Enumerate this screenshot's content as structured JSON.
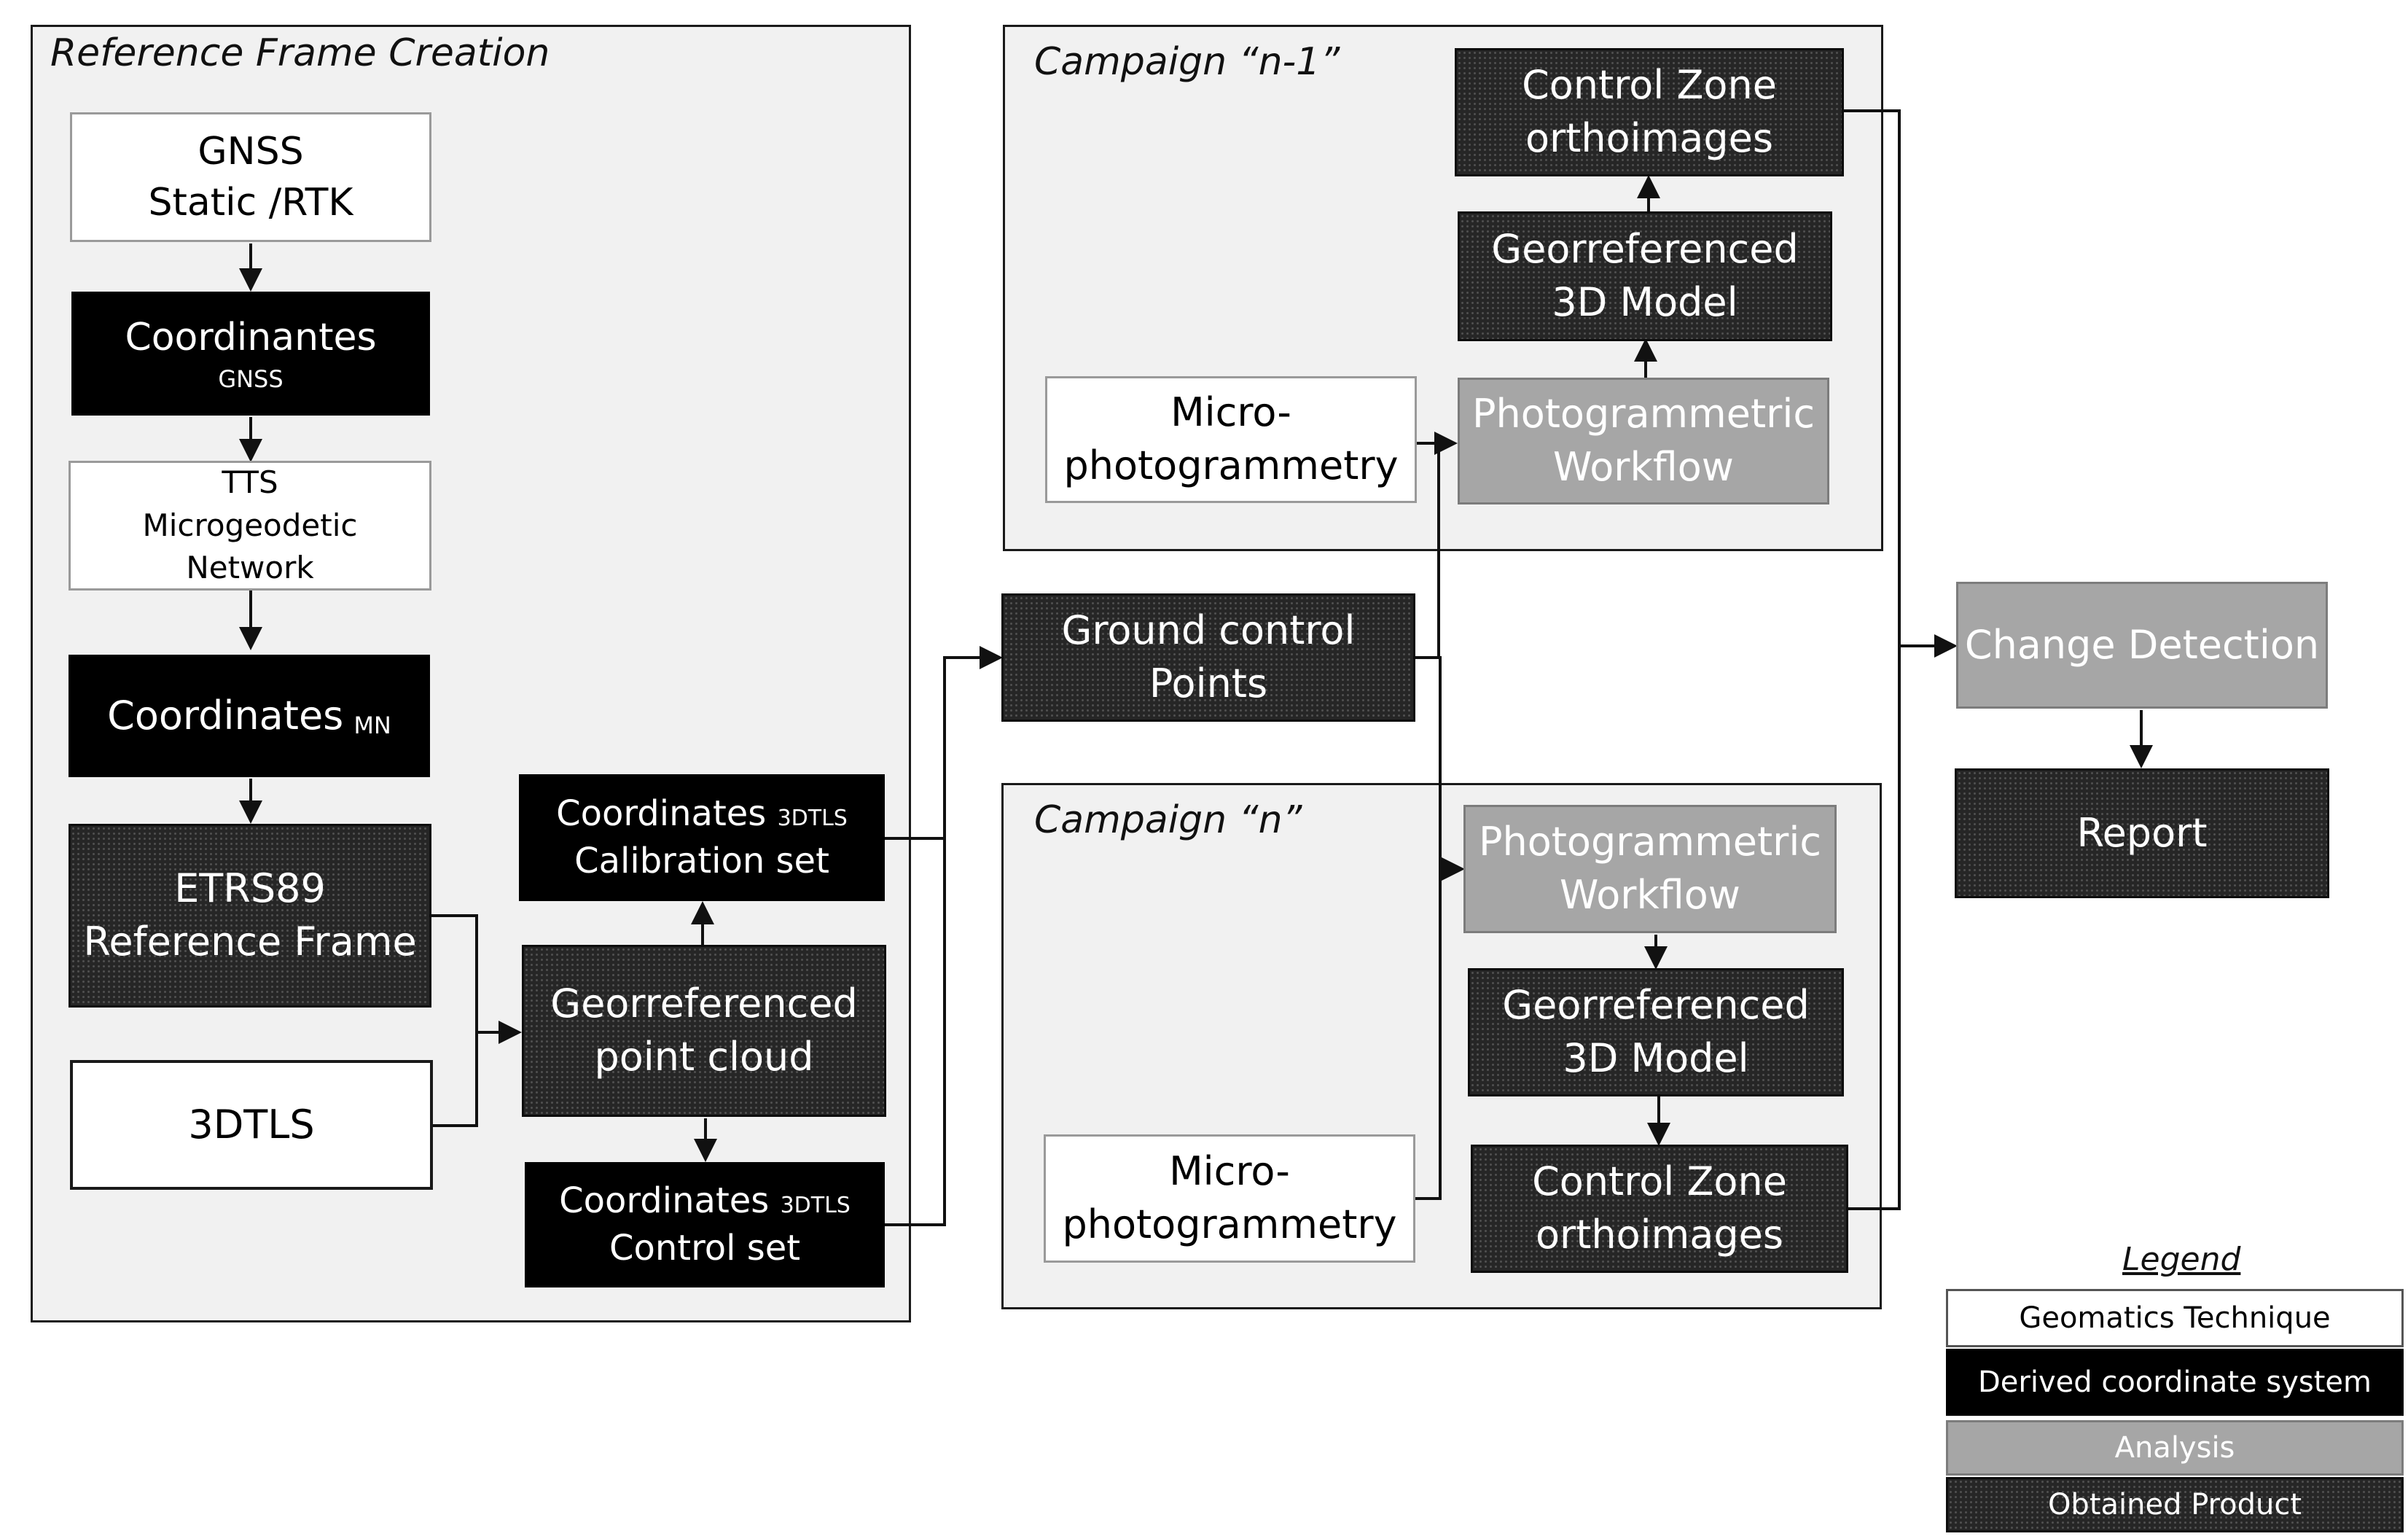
{
  "groups": {
    "reference": {
      "title": "Reference Frame Creation"
    },
    "campaign_prev": {
      "title": "Campaign “n-1”"
    },
    "campaign_curr": {
      "title": "Campaign “n”"
    }
  },
  "nodes": {
    "gnss": {
      "line1": "GNSS",
      "line2": "Static /RTK"
    },
    "coord_gnss": {
      "label": "Coordinantes",
      "subscript": "GNSS"
    },
    "tts": {
      "line1": "TTS",
      "line2": "Microgeodetic",
      "line3": "Network"
    },
    "coord_mn": {
      "label": "Coordinates",
      "subscript": "MN"
    },
    "etrs89": {
      "line1": "ETRS89",
      "line2": "Reference Frame"
    },
    "tls": {
      "label": "3DTLS"
    },
    "coord_calib": {
      "label": "Coordinates",
      "subscript": "3DTLS",
      "line2": "Calibration set"
    },
    "point_cloud": {
      "line1": "Georreferenced",
      "line2": "point cloud"
    },
    "coord_control": {
      "label": "Coordinates",
      "subscript": "3DTLS",
      "line2": "Control set"
    },
    "gcp": {
      "line1": "Ground control",
      "line2": "Points"
    },
    "prev_micro": {
      "line1": "Micro-",
      "line2": "photogrammetry"
    },
    "prev_workflow": {
      "line1": "Photogrammetric",
      "line2": "Workflow"
    },
    "prev_model": {
      "line1": "Georreferenced",
      "line2": "3D Model"
    },
    "prev_ortho": {
      "line1": "Control Zone",
      "line2": "orthoimages"
    },
    "curr_micro": {
      "line1": "Micro-",
      "line2": "photogrammetry"
    },
    "curr_workflow": {
      "line1": "Photogrammetric",
      "line2": "Workflow"
    },
    "curr_model": {
      "line1": "Georreferenced",
      "line2": "3D Model"
    },
    "curr_ortho": {
      "line1": "Control Zone",
      "line2": "orthoimages"
    },
    "change_detection": {
      "label": "Change Detection"
    },
    "report": {
      "label": "Report"
    }
  },
  "legend": {
    "title": "Legend",
    "items": [
      {
        "label": "Geomatics Technique",
        "style": "technique"
      },
      {
        "label": "Derived coordinate system",
        "style": "derived"
      },
      {
        "label": "Analysis",
        "style": "analysis"
      },
      {
        "label": "Obtained Product",
        "style": "product"
      }
    ]
  },
  "colors": {
    "technique": "#ffffff",
    "derived": "#000000",
    "analysis": "#a6a6a6",
    "product": "#262626",
    "group_fill": "#f1f1f1",
    "line": "#111111"
  }
}
